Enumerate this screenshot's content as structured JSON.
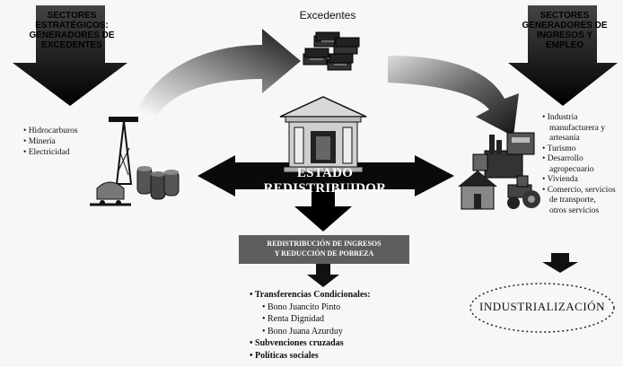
{
  "top_left": {
    "title": "SECTORES ESTRATÉGICOS: GENERADORES DE EXCEDENTES",
    "items": [
      "• Hidrocarburos",
      "• Minería",
      "• Electricidad"
    ]
  },
  "top_center": {
    "label": "Excedentes"
  },
  "top_right": {
    "title": "SECTORES GENERADORES DE INGRESOS Y EMPLEO",
    "items": [
      "• Industria",
      "manufacturera y",
      "artesanía",
      "• Turismo",
      "• Desarrollo",
      "agropecuario",
      "• Vivienda",
      "• Comercio, servicios",
      "de transporte,",
      "otros servicios"
    ]
  },
  "center": {
    "banner": "ESTADO REDISTRIBUIDOR"
  },
  "redistribution": {
    "line1": "REDISTRIBUCIÓN DE INGRESOS",
    "line2": "Y REDUCCIÓN DE POBREZA"
  },
  "bottom_list": {
    "heading": "• Transferencias Condicionales:",
    "subitems": [
      "• Bono Juancito Pinto",
      "• Renta Dignidad",
      "• Bono Juana Azurduy"
    ],
    "item2": "• Subvenciones cruzadas",
    "item3": "• Políticas sociales"
  },
  "industrialization": {
    "label": "INDUSTRIALIZACIÓN"
  }
}
